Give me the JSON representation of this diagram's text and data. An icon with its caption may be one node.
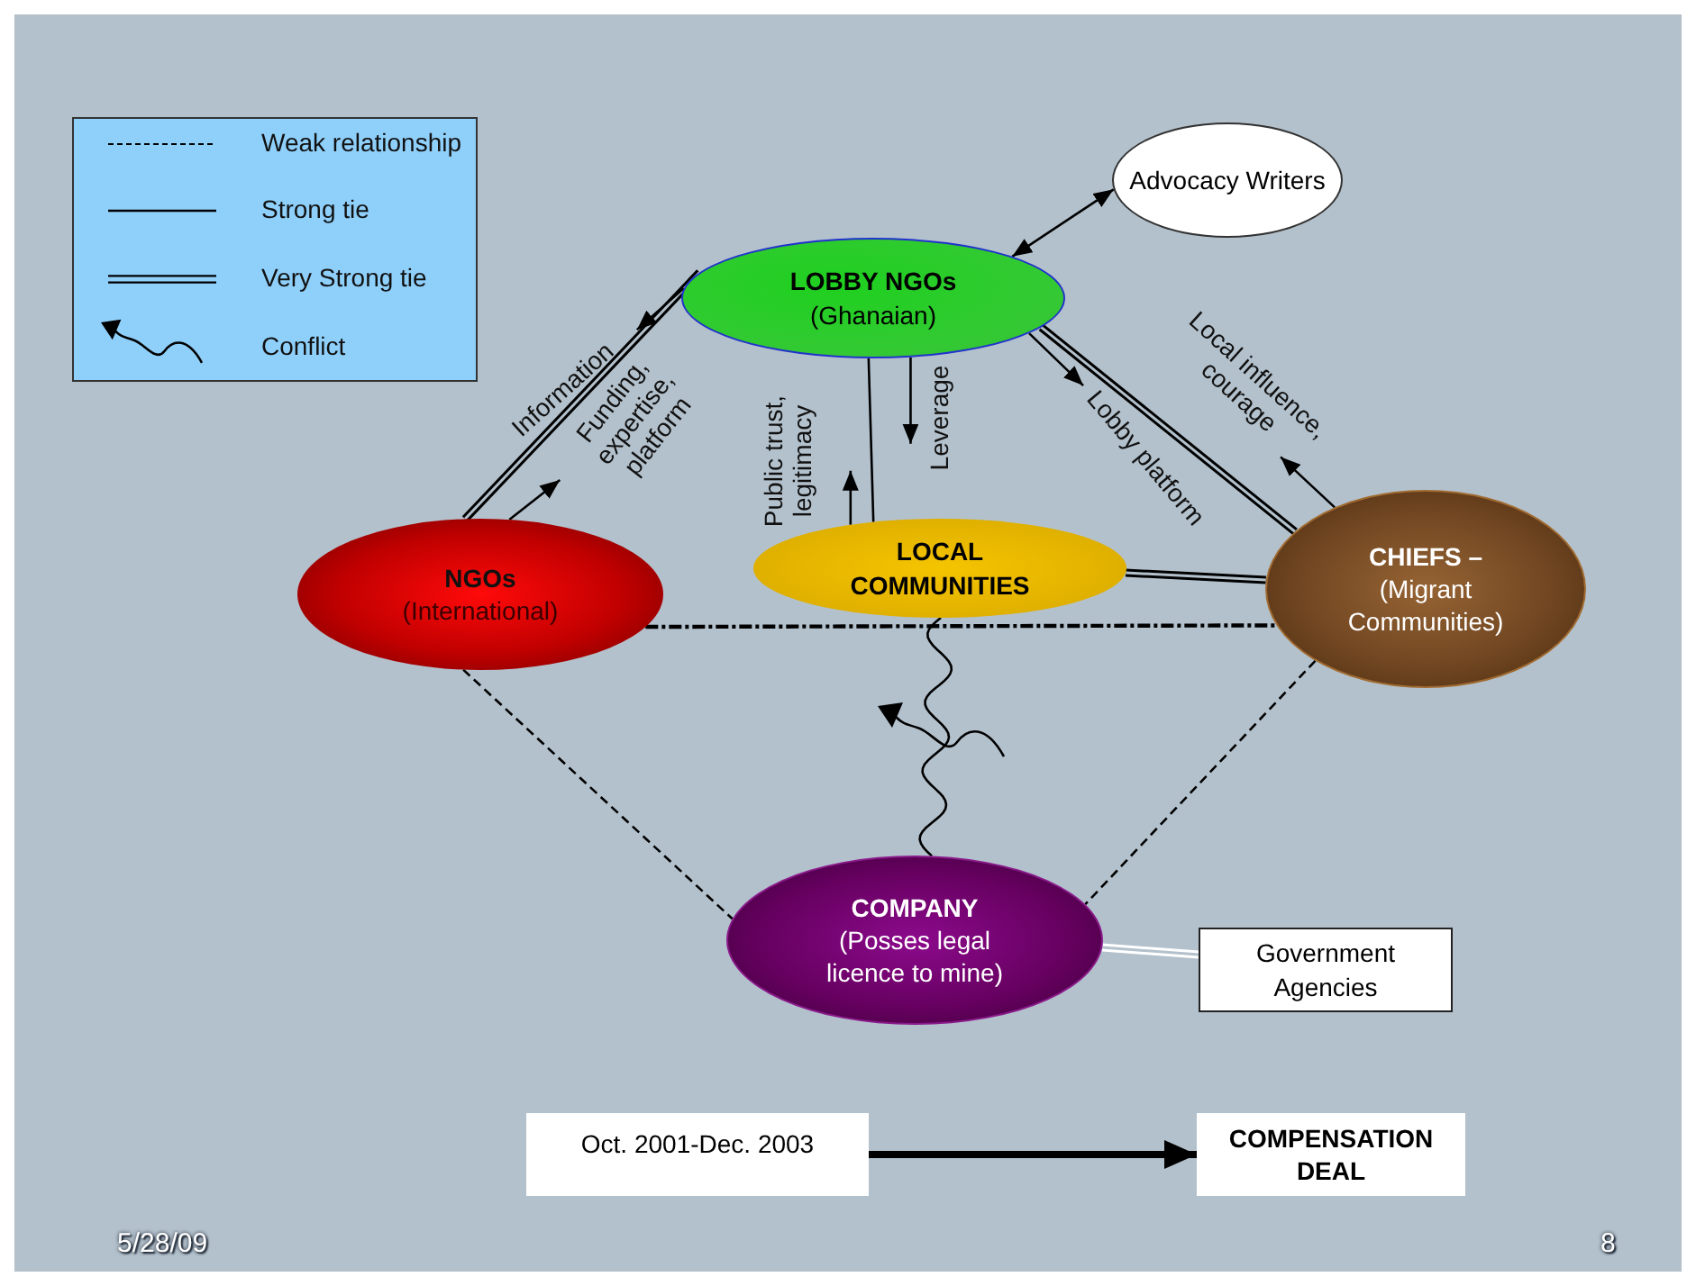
{
  "diagram": {
    "nodes": [
      {
        "text": [
          "Advocacy Writers"
        ]
      },
      {
        "text": [
          "LOBBY NGOs",
          "(Ghanaian)"
        ]
      },
      {
        "text": [
          "NGOs",
          "(International)"
        ]
      },
      {
        "text": [
          "LOCAL COMMUNITIES"
        ]
      },
      {
        "text": [
          "CHIEFS –",
          "(Migrant Communities)"
        ]
      },
      {
        "text": [
          "COMPANY",
          "(Posses legal licence to mine)"
        ]
      },
      {
        "text": [
          "Government Agencies"
        ]
      },
      {
        "text": [
          "Oct. 2001-Dec. 2003"
        ]
      },
      {
        "text": [
          "COMPENSATION DEAL"
        ]
      }
    ],
    "edges": [
      {
        "from": 1,
        "to": 0,
        "arrow": "both"
      },
      {
        "from": 1,
        "to": 2,
        "arrow": "none",
        "style": "thick"
      },
      {
        "from": 1,
        "to": 3,
        "arrow": "none"
      },
      {
        "from": 1,
        "to": 4,
        "arrow": "none",
        "style": "thick"
      },
      {
        "from": 3,
        "to": 4,
        "arrow": "none",
        "style": "thick"
      },
      {
        "from": 2,
        "to": 4,
        "arrow": "none",
        "style": "dashed"
      },
      {
        "from": 2,
        "to": 5,
        "arrow": "none",
        "style": "dashed"
      },
      {
        "from": 4,
        "to": 5,
        "arrow": "none",
        "style": "dashed"
      },
      {
        "from": 3,
        "to": 5,
        "arrow": "none"
      },
      {
        "from": 5,
        "to": 6,
        "arrow": "none",
        "style": "thick",
        "color": "#ffffff"
      },
      {
        "from": 7,
        "to": 8,
        "arrow": "to",
        "style": "thick"
      },
      {
        "from": 1,
        "to": null,
        "arrow": "to",
        "label": "Information"
      },
      {
        "from": 2,
        "to": null,
        "arrow": "to",
        "label": "Funding, expertise, platform"
      },
      {
        "from": 3,
        "to": null,
        "arrow": "to",
        "label": "Public trust, legitimacy"
      },
      {
        "from": 1,
        "to": null,
        "arrow": "to",
        "label": "Leverage"
      },
      {
        "from": 1,
        "to": null,
        "arrow": "to",
        "label": "Lobby platform"
      },
      {
        "from": 4,
        "to": null,
        "arrow": "to",
        "label": "Local influence, courage"
      }
    ],
    "labels": [
      "5/28/09",
      "8"
    ],
    "legend": [
      {
        "text": "Weak relationship"
      },
      {
        "text": "Strong tie"
      },
      {
        "text": "Very Strong tie"
      },
      {
        "text": "Conflict"
      }
    ]
  }
}
